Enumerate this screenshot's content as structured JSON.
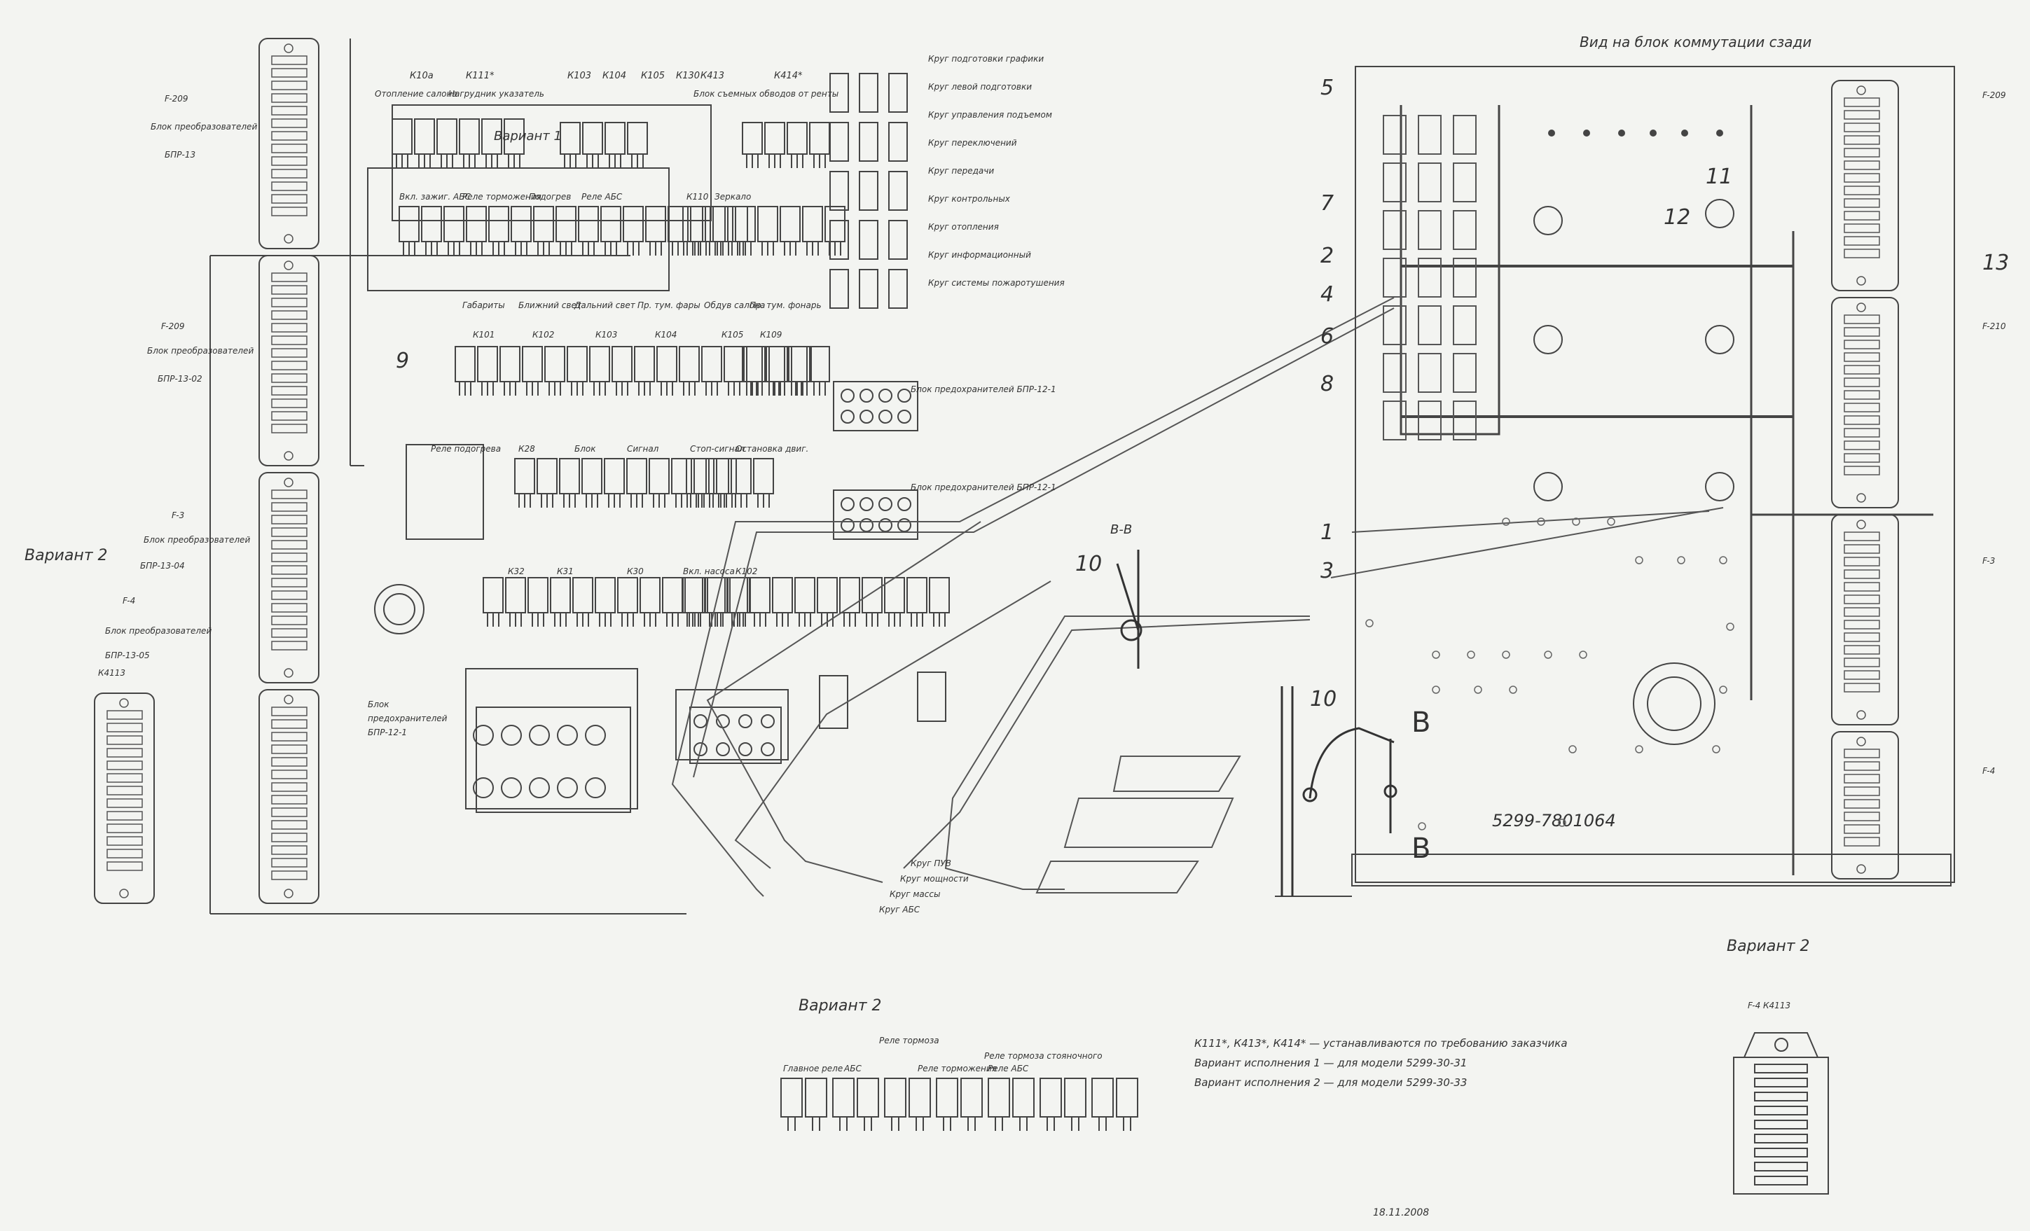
{
  "view_title": "Вид на блок коммутации сзади",
  "callouts": [
    "1",
    "2",
    "3",
    "4",
    "5",
    "6",
    "7",
    "8",
    "9",
    "10",
    "11",
    "12",
    "13"
  ],
  "section_label": "В-В",
  "section_letters": [
    "В",
    "В"
  ],
  "part_number": "5299-7801064",
  "variant_labels": [
    "Вариант 2",
    "Вариант 2",
    "Вариант 2",
    "Вариант 1"
  ],
  "left_blocks": [
    {
      "ref": "F-209",
      "name": "Блок преобразователей",
      "type": "БПР-13"
    },
    {
      "ref": "F-209",
      "name": "Блок преобразователей",
      "type": "БПР-13-02"
    },
    {
      "ref": "F-3",
      "name": "Блок преобразователей",
      "type": "БПР-13-04"
    },
    {
      "ref": "F-4",
      "name": "Блок преобразователей",
      "type": "БПР-13-05"
    }
  ],
  "left_small_block_label": "К4113",
  "top_relay_labels": [
    "К10а",
    "К111*",
    "К103",
    "К104",
    "К105",
    "К130",
    "К413",
    "К414*"
  ],
  "top_relay_desc": [
    "Отопление салона",
    "Нагрудник указатель",
    "Блок съемных обводов от ренты"
  ],
  "row2_labels": [
    "Вкл. зажиг. АБС",
    "Реле торможения",
    "Подогрев",
    "Реле АБС",
    "К110",
    "Зеркало"
  ],
  "row3_labels": [
    "Габариты",
    "Ближний свет",
    "Дальний свет",
    "Пр. тум. фары",
    "Обдув салона",
    "Пр. тум. фонарь"
  ],
  "row3_relays": [
    "К101",
    "К102",
    "К103",
    "К104",
    "К105",
    "К109"
  ],
  "row4_labels": [
    "Реле подогрева",
    "К28",
    "Блок",
    "Сигнал",
    "Стоп-сигнал",
    "Остановка двиг."
  ],
  "row5_labels": [
    "К32",
    "К31",
    "К30",
    "Вкл. насоса",
    "К102"
  ],
  "lower_middle_block": [
    "Блок",
    "предохранителей",
    "БПР-12-1"
  ],
  "right_circuit_labels": [
    "Круг подготовки графики",
    "Круг левой подготовки",
    "Круг управления подъемом",
    "Круг переключений",
    "Круг передачи",
    "Круг контрольных",
    "Круг отопления",
    "Круг информационный",
    "Круг системы пожаротушения"
  ],
  "right_fuse_block_labels": [
    "Блок предохранителей БПР-12-1",
    "Блок предохранителей БПР-12-1"
  ],
  "bottom_circuit_labels": [
    "Круг ПУВ",
    "Круг мощности",
    "Круг массы",
    "Круг АБС"
  ],
  "right_panel_block_refs": [
    "F-209",
    "F-210",
    "F-3",
    "F-4"
  ],
  "variant2_relay_labels": [
    "Главное реле",
    "АБС",
    "Реле тормоза",
    "Реле торможения",
    "Реле тормоза стояночного",
    "Реле АБС"
  ],
  "variant2_right_label": "F-4 К4113",
  "notes": [
    "К111*, К413*, К414* — устанавливаются по требованию заказчика",
    "Вариант исполнения 1 — для модели 5299-30-31",
    "Вариант исполнения 2 — для модели 5299-30-33"
  ],
  "date": "18.11.2008"
}
